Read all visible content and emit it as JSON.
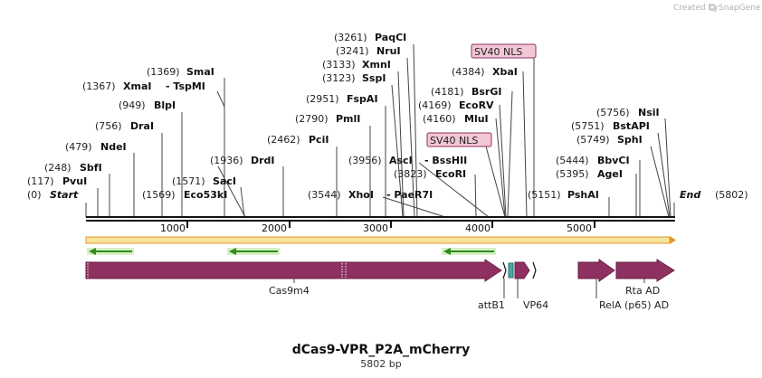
{
  "credit": {
    "text": "Created by",
    "brand": "SnapGene"
  },
  "plasmid": {
    "name": "dCas9-VPR_P2A_mCherry",
    "length_label": "5802 bp",
    "length": 5802
  },
  "colors": {
    "feature": "#8e3060",
    "feature_dark": "#6a2045",
    "orf": "#e09a2a",
    "orf_fill": "#f6e39a",
    "primer": "#2e8b1e",
    "nls_fill": "#f3c6d6",
    "nls_stroke": "#8e3060",
    "backbone": "#111111"
  },
  "icons": {
    "brand": "snapgene-logo-icon",
    "primer": "arrow-left-icon"
  },
  "ticks": [
    {
      "pos": 1000,
      "label": "1000"
    },
    {
      "pos": 2000,
      "label": "2000"
    },
    {
      "pos": 3000,
      "label": "3000"
    },
    {
      "pos": 4000,
      "label": "4000"
    },
    {
      "pos": 5000,
      "label": "5000"
    }
  ],
  "enzymes": [
    {
      "pos_label": "(0)",
      "name": "Start",
      "pos": 0,
      "italic": true
    },
    {
      "pos_label": "(117)",
      "name": "PvuI",
      "pos": 117
    },
    {
      "pos_label": "(248)",
      "name": "SbfI",
      "pos": 248
    },
    {
      "pos_label": "(479)",
      "name": "NdeI",
      "pos": 479
    },
    {
      "pos_label": "(756)",
      "name": "DraI",
      "pos": 756
    },
    {
      "pos_label": "(949)",
      "name": "BlpI",
      "pos": 949
    },
    {
      "pos_label": "(1367)",
      "name": "XmaI",
      "pos": 1367
    },
    {
      "pos_label": "(1369)",
      "name": "SmaI",
      "pos": 1369
    },
    {
      "pos_label": "",
      "name": "- TspMI",
      "pos": 1367
    },
    {
      "pos_label": "(1569)",
      "name": "Eco53kI",
      "pos": 1569
    },
    {
      "pos_label": "(1571)",
      "name": "SacI",
      "pos": 1571
    },
    {
      "pos_label": "(1936)",
      "name": "DrdI",
      "pos": 1936
    },
    {
      "pos_label": "(2462)",
      "name": "PciI",
      "pos": 2462
    },
    {
      "pos_label": "(2790)",
      "name": "PmlI",
      "pos": 2790
    },
    {
      "pos_label": "(2951)",
      "name": "FspAI",
      "pos": 2951
    },
    {
      "pos_label": "(3123)",
      "name": "SspI",
      "pos": 3123
    },
    {
      "pos_label": "(3133)",
      "name": "XmnI",
      "pos": 3133
    },
    {
      "pos_label": "(3241)",
      "name": "NruI",
      "pos": 3241
    },
    {
      "pos_label": "(3261)",
      "name": "PaqCI",
      "pos": 3261
    },
    {
      "pos_label": "(3544)",
      "name": "XhoI",
      "pos": 3544
    },
    {
      "pos_label": "",
      "name": "- PaeR7I",
      "pos": 3544
    },
    {
      "pos_label": "(3956)",
      "name": "AscI",
      "pos": 3956
    },
    {
      "pos_label": "",
      "name": "- BssHII",
      "pos": 3956
    },
    {
      "pos_label": "(3823)",
      "name": "EcoRI",
      "pos": 3823
    },
    {
      "pos_label": "(4160)",
      "name": "MluI",
      "pos": 4160
    },
    {
      "pos_label": "(4169)",
      "name": "EcoRV",
      "pos": 4169
    },
    {
      "pos_label": "(4181)",
      "name": "BsrGI",
      "pos": 4181
    },
    {
      "pos_label": "(4384)",
      "name": "XbaI",
      "pos": 4384
    },
    {
      "pos_label": "(5151)",
      "name": "PshAI",
      "pos": 5151
    },
    {
      "pos_label": "(5395)",
      "name": "AgeI",
      "pos": 5395
    },
    {
      "pos_label": "(5444)",
      "name": "BbvCI",
      "pos": 5444
    },
    {
      "pos_label": "(5749)",
      "name": "SphI",
      "pos": 5749
    },
    {
      "pos_label": "(5751)",
      "name": "BstAPI",
      "pos": 5751
    },
    {
      "pos_label": "(5756)",
      "name": "NsiI",
      "pos": 5756
    },
    {
      "pos_label": "(5802)",
      "name": "End",
      "pos": 5802,
      "italic": true
    }
  ],
  "nls": [
    {
      "label": "SV40 NLS"
    },
    {
      "label": "SV40 NLS"
    }
  ],
  "features": [
    {
      "label": "Cas9m4",
      "start": 0,
      "end": 4050
    },
    {
      "label": "attB1",
      "start": 4164,
      "end": 4188
    },
    {
      "label": "VP64",
      "start": 4330,
      "end": 4420
    },
    {
      "label": "RelA (p65) AD",
      "start": 4830,
      "end": 5180
    },
    {
      "label": "Rta AD",
      "start": 5260,
      "end": 5780
    }
  ]
}
